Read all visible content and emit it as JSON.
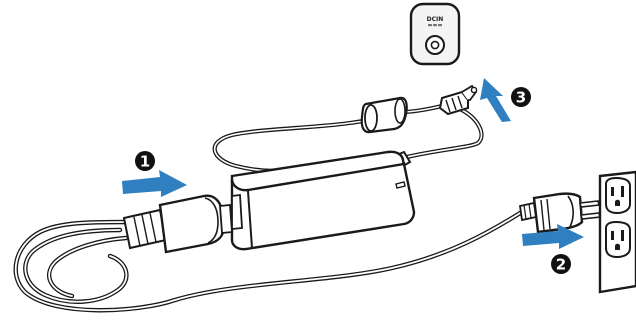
{
  "figure": {
    "steps": [
      {
        "number": "1",
        "shape": "filled-circle"
      },
      {
        "number": "2",
        "shape": "filled-circle"
      },
      {
        "number": "3",
        "shape": "filled-circle"
      }
    ],
    "dc_port": {
      "label": "DCIN",
      "symbol": "==="
    },
    "colors": {
      "arrow": "#2f7fc1",
      "line": "#1a1a1a",
      "badge": "#111111",
      "panel": "#f4f4f4"
    }
  }
}
